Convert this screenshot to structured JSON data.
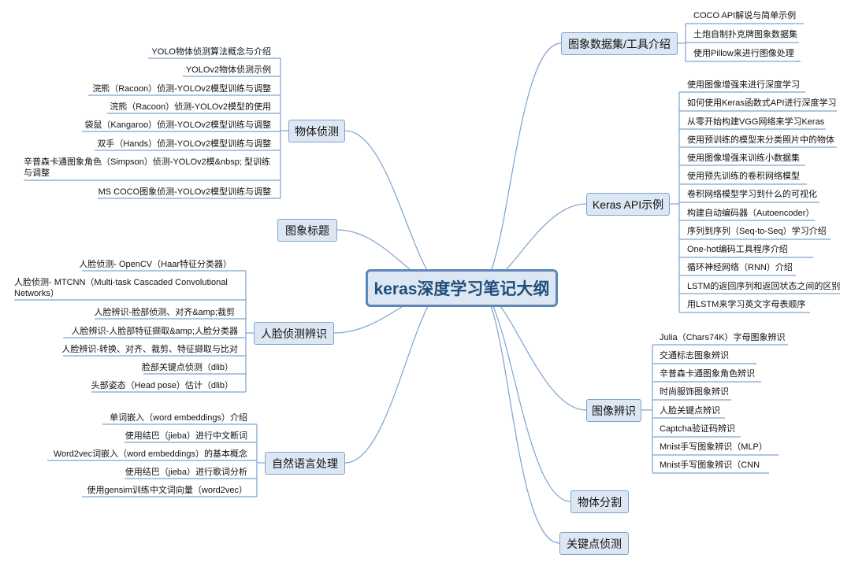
{
  "title": "keras深度学习笔记大纲",
  "branches": {
    "object_detection": {
      "label": "物体侦测",
      "leaves": [
        "YOLO物体侦测算法概念与介绍",
        "YOLOv2物体侦测示例",
        "浣熊（Racoon）侦测-YOLOv2模型训练与调整",
        "浣熊（Racoon）侦测-YOLOv2模型的使用",
        "袋鼠（Kangaroo）侦测-YOLOv2模型训练与调整",
        "双手（Hands）侦测-YOLOv2模型训练与调整",
        "辛普森卡通图象角色（Simpson）侦测-YOLOv2模&nbsp; 型训练与调整",
        "MS COCO图象侦测-YOLOv2模型训练与调整"
      ]
    },
    "image_caption": {
      "label": "图象标题"
    },
    "face_recognition": {
      "label": "人脸侦测辨识",
      "leaves": [
        "人脸侦测- OpenCV（Haar特征分类器）",
        "人脸侦测- MTCNN（Multi-task Cascaded Convolutional Networks）",
        "人脸辨识-脸部侦测、对齐&amp;裁剪",
        "人脸辨识-人脸部特征撷取&amp;人脸分类器",
        "人脸辨识-转换、对齐、裁剪、特征撷取与比对",
        "脸部关键点侦测（dlib）",
        "头部姿态（Head pose）估计（dlib）"
      ]
    },
    "nlp": {
      "label": "自然语言处理",
      "leaves": [
        "单词嵌入（word embeddings）介绍",
        "使用结巴（jieba）进行中文断词",
        "Word2vec词嵌入（word embeddings）的基本概念",
        "使用结巴（jieba）进行歌词分析",
        "使用gensim训练中文词向量（word2vec）"
      ]
    },
    "datasets_tools": {
      "label": "图象数据集/工具介绍",
      "leaves": [
        "COCO API解说与简单示例",
        "土炮自制扑克牌图象数据集",
        "使用Pillow来进行图像处理"
      ]
    },
    "keras_api": {
      "label": "Keras API示例",
      "leaves": [
        "使用图像增强来进行深度学习",
        "如何使用Keras函数式API进行深度学习",
        "从零开始构建VGG网络来学习Keras",
        "使用预训练的模型来分类照片中的物体",
        "使用图像增强来训练小数据集",
        "使用预先训练的卷积网络模型",
        "卷积网络模型学习到什么的可视化",
        "构建自动编码器（Autoencoder）",
        "序列到序列（Seq-to-Seq）学习介绍",
        "One-hot编码工具程序介绍",
        "循环神经网络（RNN）介绍",
        "LSTM的返回序列和返回状态之间的区别",
        "用LSTM来学习英文字母表顺序"
      ]
    },
    "image_recognition": {
      "label": "图像辨识",
      "leaves": [
        "Julia（Chars74K）字母图象辨识",
        "交通标志图象辨识",
        "辛普森卡通图象角色辨识",
        "时尚服饰图象辨识",
        "人脸关键点辨识",
        "Captcha验证码辨识",
        "Mnist手写图象辨识（MLP）",
        "Mnist手写图象辨识（CNN"
      ]
    },
    "object_segmentation": {
      "label": "物体分割"
    },
    "keypoint_detection": {
      "label": "关键点侦测"
    }
  },
  "colors": {
    "line": "#7ea3cf",
    "node_fill": "#dce7f3",
    "node_border": "#5b87b9",
    "title_text": "#1f4e7a"
  }
}
